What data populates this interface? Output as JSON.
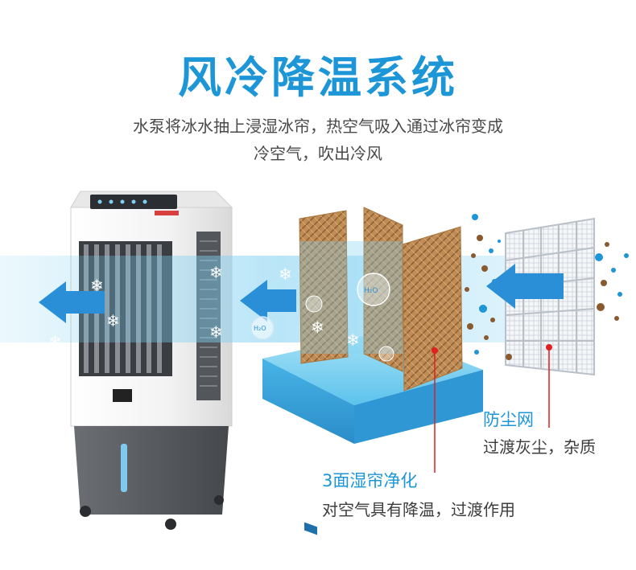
{
  "header": {
    "title": "风冷降温系统",
    "subtitle_line1": "水泵将冰水抽上浸湿冰帘，热空气吸入通过冰帘变成",
    "subtitle_line2": "冷空气，吹出冷风"
  },
  "labels": {
    "dust_net_title": "防尘网",
    "dust_net_desc": "过渡灰尘，杂质",
    "pad_title": "3面湿帘净化",
    "pad_desc": "对空气具有降温，过渡作用"
  },
  "bubbles": [
    "H₂O",
    "H₂O"
  ],
  "colors": {
    "accent": "#1d96d8",
    "arrow": "#2a8fd6",
    "water": "#3fb6e8",
    "pad": "#b8864f",
    "cooler_body": "#f2f2f2",
    "cooler_base": "#5b5e63",
    "marker": "#e02020"
  }
}
